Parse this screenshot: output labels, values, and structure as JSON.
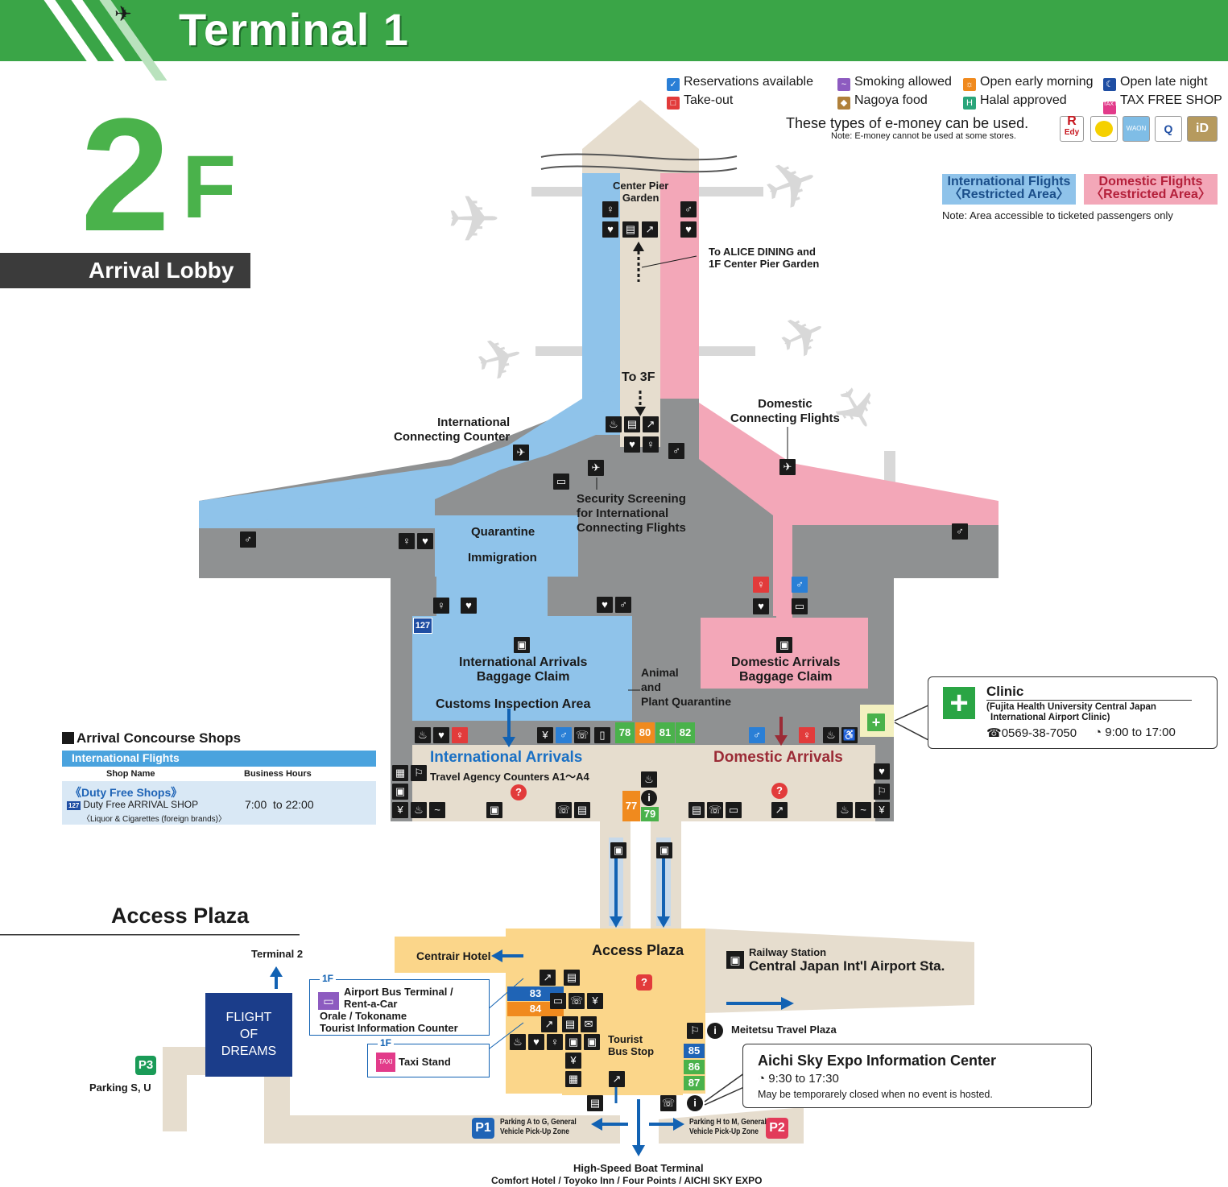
{
  "header": {
    "title": "Terminal 1"
  },
  "floor": {
    "number": "2",
    "suffix": "F",
    "name": "Arrival Lobby"
  },
  "legend": {
    "items": [
      {
        "icon": "reservation-icon",
        "label": "Reservations available",
        "color": "#2a7fd6"
      },
      {
        "icon": "smoking-icon",
        "label": "Smoking allowed",
        "color": "#8d5bc0"
      },
      {
        "icon": "early-morning-icon",
        "label": "Open early morning",
        "color": "#f08a1e"
      },
      {
        "icon": "late-night-icon",
        "label": "Open late night",
        "color": "#1f4ea3"
      },
      {
        "icon": "takeout-icon",
        "label": "Take-out",
        "color": "#e23b3b"
      },
      {
        "icon": "nagoya-food-icon",
        "label": "Nagoya food",
        "color": "#b0803a"
      },
      {
        "icon": "halal-icon",
        "label": "Halal approved",
        "color": "#2aa57a"
      },
      {
        "icon": "tax-free-icon",
        "label": "TAX FREE SHOP",
        "color": "#e23b8a"
      }
    ],
    "emoney_text": "These types of e-money can be used.",
    "emoney_note": "Note: E-money cannot be used at some stores.",
    "emoney_logos": [
      "R Edy",
      "nanaco",
      "WAON",
      "QUICPay",
      "iD"
    ]
  },
  "areas": {
    "international": "International Flights\n〈Restricted Area〉",
    "international_l1": "International Flights",
    "international_l2": "〈Restricted Area〉",
    "domestic_l1": "Domestic Flights",
    "domestic_l2": "〈Restricted Area〉",
    "note": "Note: Area accessible to ticketed passengers only",
    "colors": {
      "international": "#8fc3ea",
      "domestic": "#f3a7b8",
      "common": "#e6ddce",
      "restricted_gray": "#8f9192",
      "access": "#fbd68a"
    }
  },
  "map": {
    "center_pier_garden": "Center Pier\nGarden",
    "center_pier_l1": "Center Pier",
    "center_pier_l2": "Garden",
    "alice_l1": "To ALICE DINING and",
    "alice_l2": "1F Center Pier Garden",
    "to_3f": "To 3F",
    "intl_connecting_l1": "International",
    "intl_connecting_l2": "Connecting Counter",
    "dom_connecting_l1": "Domestic",
    "dom_connecting_l2": "Connecting Flights",
    "security_l1": "Security Screening",
    "security_l2": "for International",
    "security_l3": "Connecting Flights",
    "quarantine": "Quarantine",
    "immigration": "Immigration",
    "intl_baggage_l1": "International Arrivals",
    "intl_baggage_l2": "Baggage Claim",
    "customs": "Customs Inspection Area",
    "animal_l1": "Animal",
    "animal_l2": "and",
    "animal_l3": "Plant Quarantine",
    "dom_baggage_l1": "Domestic Arrivals",
    "dom_baggage_l2": "Baggage Claim",
    "intl_arrivals": "International Arrivals",
    "dom_arrivals": "Domestic Arrivals",
    "travel_agency": "Travel Agency Counters A1～A4",
    "shop_number": "127",
    "gates_top": [
      "78",
      "80",
      "81",
      "82"
    ],
    "gates_mid": [
      "77",
      "79"
    ]
  },
  "clinic": {
    "title": "Clinic",
    "subtitle_l1": "(Fujita Health University Central Japan",
    "subtitle_l2": "International Airport Clinic)",
    "phone": "0569-38-7050",
    "hours": "9:00 to 17:00"
  },
  "shops": {
    "title": "Arrival Concourse Shops",
    "section": "International Flights",
    "col_name": "Shop Name",
    "col_hours": "Business Hours",
    "category": "《Duty Free Shops》",
    "rows": [
      {
        "number": "127",
        "name": "Duty Free ARRIVAL SHOP",
        "detail": "〈Liquor & Cigarettes (foreign brands)〉",
        "hours": "7:00  to 22:00"
      }
    ]
  },
  "access": {
    "heading": "Access Plaza",
    "plaza_label": "Access Plaza",
    "terminal2": "Terminal 2",
    "flight_of_dreams_l1": "FLIGHT",
    "flight_of_dreams_l2": "OF",
    "flight_of_dreams_l3": "DREAMS",
    "p3": "P3",
    "parking_su": "Parking S, U",
    "centrair_hotel": "Centrair Hotel",
    "bus_floor": "1F",
    "bus_l1": "Airport Bus Terminal /",
    "bus_l2": "Rent-a-Car",
    "bus_l3": "Orale / Tokoname",
    "bus_l4": "Tourist Information Counter",
    "taxi_floor": "1F",
    "taxi": "Taxi Stand",
    "gates_left": [
      "83",
      "84"
    ],
    "gates_right": [
      "85",
      "86",
      "87"
    ],
    "tourist_bus_l1": "Tourist",
    "tourist_bus_l2": "Bus Stop",
    "railway_l1": "Railway Station",
    "railway_l2": "Central Japan Int'l Airport Sta.",
    "meitetsu": "Meitetsu Travel Plaza",
    "p1": "P1",
    "p1_l1": "Parking A to G, General",
    "p1_l2": "Vehicle Pick-Up Zone",
    "p2": "P2",
    "p2_l1": "Parking H to M, General",
    "p2_l2": "Vehicle Pick-Up Zone",
    "boat_l1": "High-Speed Boat Terminal",
    "boat_l2": "Comfort Hotel / Toyoko Inn / Four Points / AICHI SKY EXPO"
  },
  "expo": {
    "title": "Aichi Sky Expo Information Center",
    "hours": "9:30 to 17:30",
    "note": "May be temporarely closed when no event is hosted."
  }
}
